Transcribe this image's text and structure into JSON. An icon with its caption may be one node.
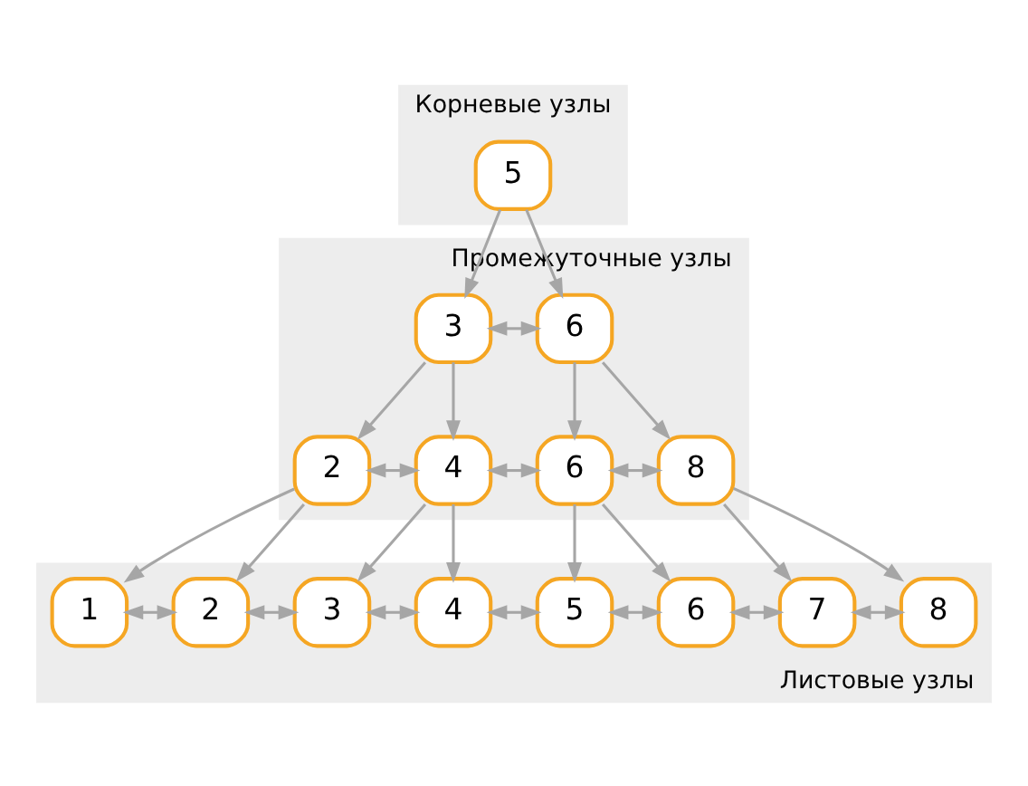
{
  "diagram": {
    "nodes": [
      {
        "text": [
          "Корневые узлы"
        ]
      },
      {
        "text": [
          "5"
        ],
        "in": 0
      },
      {
        "text": [
          "Промежуточные узлы"
        ]
      },
      {
        "text": [
          "3"
        ],
        "in": 2
      },
      {
        "text": [
          "6"
        ],
        "in": 2
      },
      {
        "text": [
          "2"
        ],
        "in": 2
      },
      {
        "text": [
          "4"
        ],
        "in": 2
      },
      {
        "text": [
          "6"
        ],
        "in": 2
      },
      {
        "text": [
          "8"
        ],
        "in": 2
      },
      {
        "text": [
          "Листовые узлы"
        ]
      },
      {
        "text": [
          "1"
        ],
        "in": 9
      },
      {
        "text": [
          "2"
        ],
        "in": 9
      },
      {
        "text": [
          "3"
        ],
        "in": 9
      },
      {
        "text": [
          "4"
        ],
        "in": 9
      },
      {
        "text": [
          "5"
        ],
        "in": 9
      },
      {
        "text": [
          "6"
        ],
        "in": 9
      },
      {
        "text": [
          "7"
        ],
        "in": 9
      },
      {
        "text": [
          "8"
        ],
        "in": 9
      }
    ],
    "edges": [
      {
        "from": 1,
        "to": 3,
        "arrow": "to"
      },
      {
        "from": 1,
        "to": 4,
        "arrow": "to"
      },
      {
        "from": 3,
        "to": 4,
        "arrow": "both"
      },
      {
        "from": 3,
        "to": 5,
        "arrow": "to"
      },
      {
        "from": 3,
        "to": 6,
        "arrow": "to"
      },
      {
        "from": 4,
        "to": 7,
        "arrow": "to"
      },
      {
        "from": 4,
        "to": 8,
        "arrow": "to"
      },
      {
        "from": 5,
        "to": 6,
        "arrow": "both"
      },
      {
        "from": 6,
        "to": 7,
        "arrow": "both"
      },
      {
        "from": 7,
        "to": 8,
        "arrow": "both"
      },
      {
        "from": 5,
        "to": 10,
        "arrow": "to"
      },
      {
        "from": 5,
        "to": 11,
        "arrow": "to"
      },
      {
        "from": 6,
        "to": 12,
        "arrow": "to"
      },
      {
        "from": 6,
        "to": 13,
        "arrow": "to"
      },
      {
        "from": 7,
        "to": 14,
        "arrow": "to"
      },
      {
        "from": 7,
        "to": 15,
        "arrow": "to"
      },
      {
        "from": 8,
        "to": 16,
        "arrow": "to"
      },
      {
        "from": 8,
        "to": 17,
        "arrow": "to"
      },
      {
        "from": 10,
        "to": 11,
        "arrow": "both"
      },
      {
        "from": 11,
        "to": 12,
        "arrow": "both"
      },
      {
        "from": 12,
        "to": 13,
        "arrow": "both"
      },
      {
        "from": 13,
        "to": 14,
        "arrow": "both"
      },
      {
        "from": 14,
        "to": 15,
        "arrow": "both"
      },
      {
        "from": 15,
        "to": 16,
        "arrow": "both"
      },
      {
        "from": 16,
        "to": 17,
        "arrow": "both"
      }
    ]
  }
}
